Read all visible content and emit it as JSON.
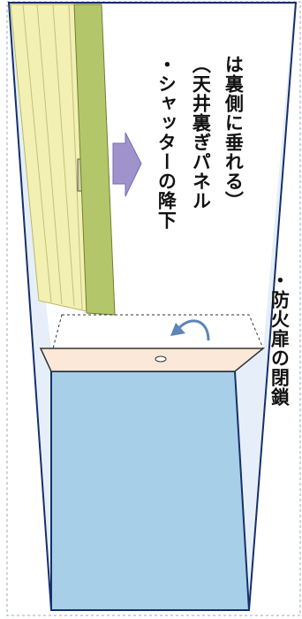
{
  "labels": {
    "shutter": "・シャッターの降下",
    "panel_line1": "（天井裏ぎパネル",
    "panel_line2": "は裏側に垂れる）",
    "door": "・防火扉の閉鎖"
  },
  "colors": {
    "corridor_fill": "#e6eff9",
    "border": "#15306b",
    "floor_fill": "#a7cfe8",
    "door_fill": "#fce8d8",
    "shutter_green": "#b3c76a",
    "shutter_yellow": "#f3f0b3",
    "arrow_purple": "#a093cc",
    "curved_arrow": "#5d85b5"
  },
  "icons": {
    "down_arrow": "down-arrow-icon",
    "curved_arrow": "curved-arrow-icon",
    "door_knob": "door-knob-icon"
  }
}
